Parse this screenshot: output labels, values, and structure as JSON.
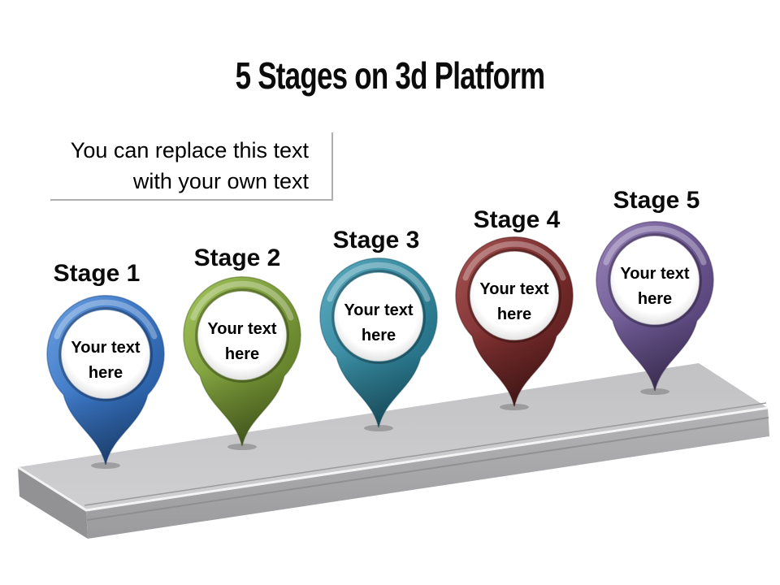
{
  "slide": {
    "title": "5 Stages on 3d Platform",
    "background": "#ffffff"
  },
  "note_box": {
    "line1": "You can replace this text",
    "line2": "with your own text",
    "border_color": "#aeaeae"
  },
  "stages": [
    {
      "label": "Stage 1",
      "text": "Your text here",
      "colors": {
        "light": "#6ca0e0",
        "mid": "#3b76c4",
        "dark": "#1d4c8a"
      }
    },
    {
      "label": "Stage 2",
      "text": "Your text here",
      "colors": {
        "light": "#a3c45c",
        "mid": "#7d9d3c",
        "dark": "#50691c"
      }
    },
    {
      "label": "Stage 3",
      "text": "Your text here",
      "colors": {
        "light": "#5cabc1",
        "mid": "#37899f",
        "dark": "#175d72"
      }
    },
    {
      "label": "Stage 4",
      "text": "Your text here",
      "colors": {
        "light": "#a85454",
        "mid": "#7d2f2f",
        "dark": "#4e1717"
      }
    },
    {
      "label": "Stage 5",
      "text": "Your text here",
      "colors": {
        "light": "#9682b6",
        "mid": "#6f5a95",
        "dark": "#453463"
      }
    }
  ],
  "platform": {
    "top_color": "#c7c7c9",
    "top_color_light": "#d3d3d5",
    "front_color_top": "#b3b3b5",
    "front_color_bottom": "#9b9b9d",
    "side_color": "#929294",
    "highlight_color": "#fafafa",
    "groove_color": "#87878a"
  }
}
